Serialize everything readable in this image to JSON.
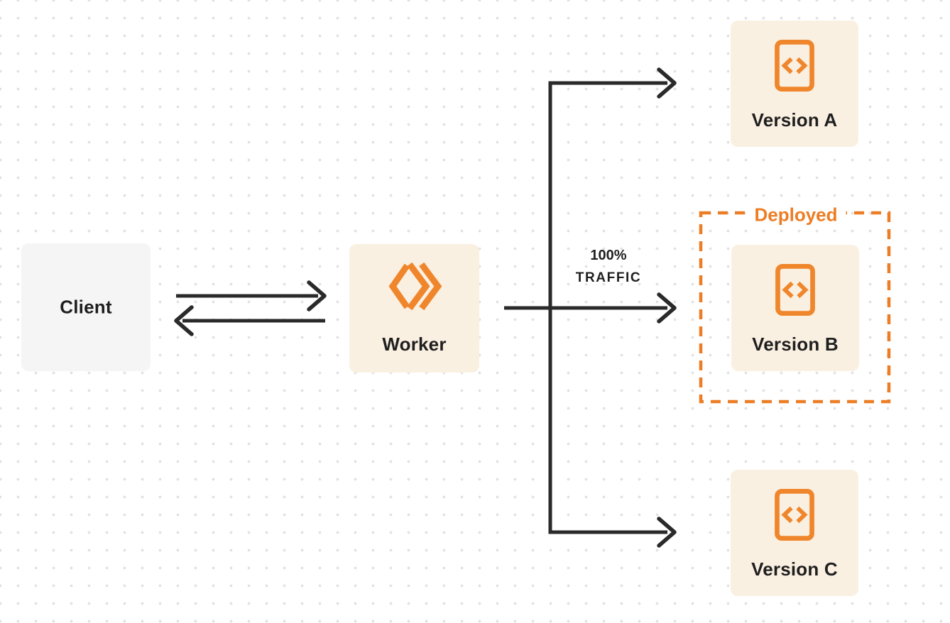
{
  "colors": {
    "background": "#FFFFFF",
    "dot_grid": "#E2E2E2",
    "arrow": "#2A2A2A",
    "text_dark": "#1F1F1F",
    "client_box_bg": "#F5F5F6",
    "orange_box_bg": "#FAF0E2",
    "icon_orange": "#F0862C",
    "deployed_orange": "#ED7D24"
  },
  "nodes": {
    "client": {
      "label": "Client"
    },
    "worker": {
      "label": "Worker",
      "icon": "cloudflare-workers-logo"
    },
    "version_a": {
      "label": "Version A",
      "icon": "code-file"
    },
    "version_b": {
      "label": "Version B",
      "icon": "code-file"
    },
    "version_c": {
      "label": "Version C",
      "icon": "code-file"
    }
  },
  "deployed_group": {
    "label": "Deployed",
    "contains": "version_b"
  },
  "traffic_label": {
    "line1": "100%",
    "line2": "TRAFFIC"
  },
  "edges": [
    {
      "from": "client",
      "to": "worker",
      "direction": "right"
    },
    {
      "from": "worker",
      "to": "client",
      "direction": "left"
    },
    {
      "from": "worker",
      "to": "version_a"
    },
    {
      "from": "worker",
      "to": "version_b",
      "label": "100% TRAFFIC"
    },
    {
      "from": "worker",
      "to": "version_c"
    }
  ]
}
